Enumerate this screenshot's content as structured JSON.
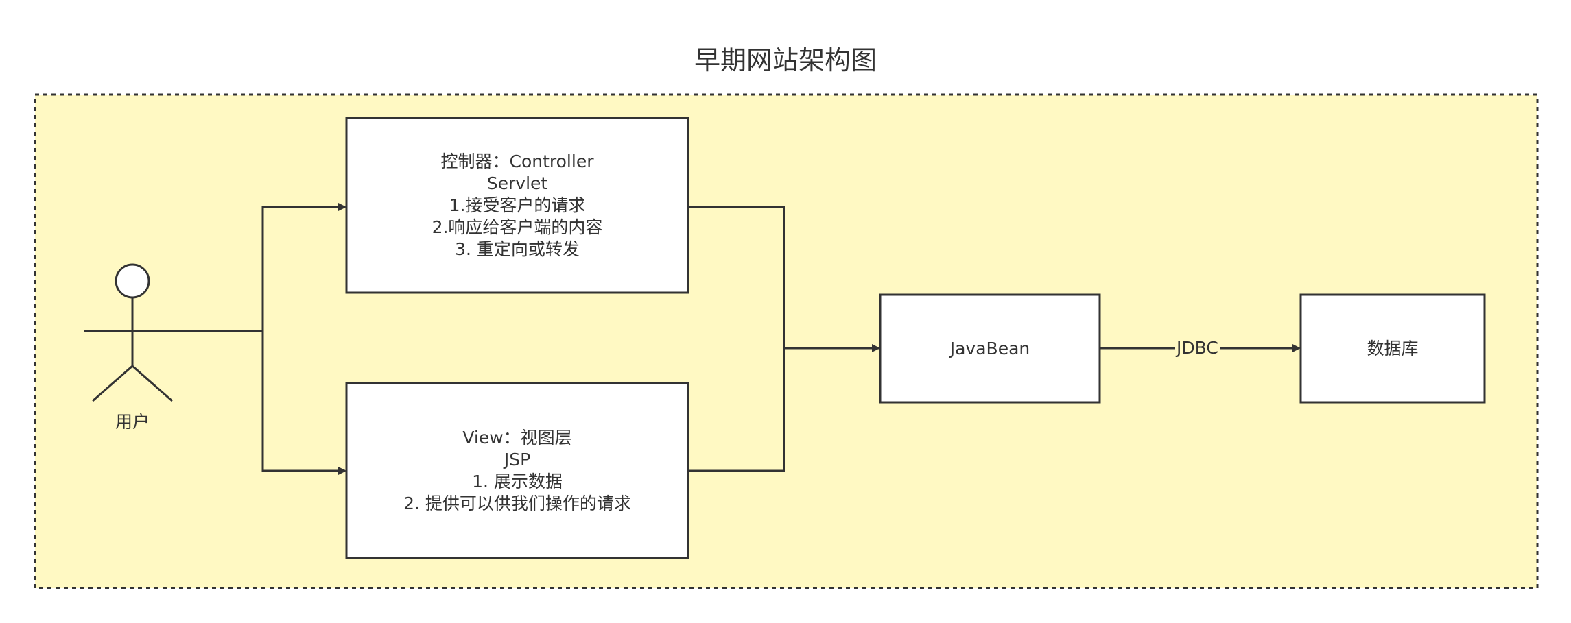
{
  "diagram": {
    "title": "早期网站架构图",
    "actor": {
      "label": "用户"
    },
    "controller": {
      "lines": [
        "控制器：Controller",
        "Servlet",
        "1.接受客户的请求",
        "2.响应给客户端的内容",
        "3. 重定向或转发"
      ]
    },
    "view": {
      "lines": [
        "View：视图层",
        "JSP",
        "1. 展示数据",
        "2. 提供可以供我们操作的请求"
      ]
    },
    "javabean": {
      "label": "JavaBean"
    },
    "database": {
      "label": "数据库"
    },
    "edges": {
      "jdbc": "JDBC"
    }
  },
  "colors": {
    "container_fill": "#fff9c3",
    "stroke": "#333333",
    "box_fill": "#ffffff"
  }
}
